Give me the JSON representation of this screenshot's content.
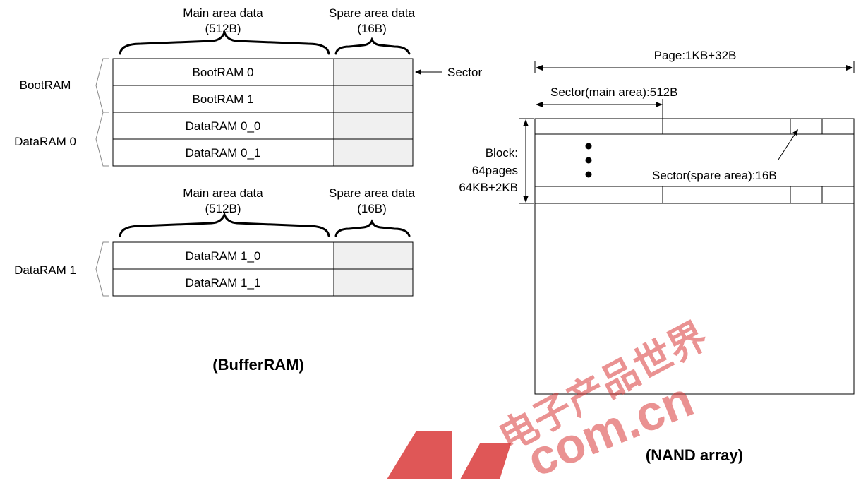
{
  "buffer_ram": {
    "top_group": {
      "main_header": "Main area data",
      "main_size": "(512B)",
      "spare_header": "Spare area data",
      "spare_size": "(16B)",
      "rows": [
        "BootRAM 0",
        "BootRAM 1",
        "DataRAM 0_0",
        "DataRAM 0_1"
      ]
    },
    "bottom_group": {
      "main_header": "Main area data",
      "main_size": "(512B)",
      "spare_header": "Spare area data",
      "spare_size": "(16B)",
      "rows": [
        "DataRAM 1_0",
        "DataRAM 1_1"
      ]
    },
    "group_labels": [
      "BootRAM",
      "DataRAM 0",
      "DataRAM 1"
    ],
    "sector_label": "Sector",
    "caption": "(BufferRAM)"
  },
  "nand_array": {
    "page_label": "Page:1KB+32B",
    "sector_main_label": "Sector(main area):512B",
    "sector_spare_label": "Sector(spare area):16B",
    "block_label": [
      "Block:",
      "64pages",
      "64KB+2KB"
    ],
    "caption": "(NAND array)"
  },
  "watermark": {
    "text_cjk": "电子产品世界",
    "text_latin": "com.cn",
    "color": "#d93a3a"
  }
}
